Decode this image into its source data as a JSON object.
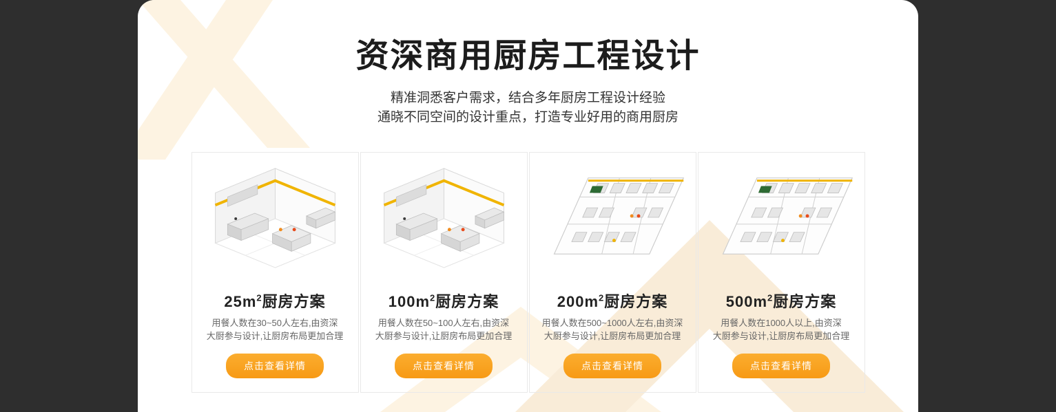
{
  "header": {
    "title": "资深商用厨房工程设计",
    "subtitle_line1": "精准洞悉客户需求，结合多年厨房工程设计经验",
    "subtitle_line2": "通晓不同空间的设计重点，打造专业好用的商用厨房"
  },
  "cards": [
    {
      "title_num": "25m",
      "title_sup": "2",
      "title_suffix": "厨房方案",
      "desc_line1": "用餐人数在30~50人左右,由资深",
      "desc_line2": "大厨参与设计,让厨房布局更加合理",
      "button_label": "点击查看详情",
      "image": "isometric-kitchen-render-25m2"
    },
    {
      "title_num": "100m",
      "title_sup": "2",
      "title_suffix": "厨房方案",
      "desc_line1": "用餐人数在50~100人左右,由资深",
      "desc_line2": "大厨参与设计,让厨房布局更加合理",
      "button_label": "点击查看详情",
      "image": "isometric-kitchen-render-100m2"
    },
    {
      "title_num": "200m",
      "title_sup": "2",
      "title_suffix": "厨房方案",
      "desc_line1": "用餐人数在500~1000人左右,由资深",
      "desc_line2": "大厨参与设计,让厨房布局更加合理",
      "button_label": "点击查看详情",
      "image": "isometric-kitchen-floorplan-200m2"
    },
    {
      "title_num": "500m",
      "title_sup": "2",
      "title_suffix": "厨房方案",
      "desc_line1": "用餐人数在1000人以上,由资深",
      "desc_line2": "大厨参与设计,让厨房布局更加合理",
      "button_label": "点击查看详情",
      "image": "isometric-kitchen-floorplan-500m2"
    }
  ],
  "colors": {
    "page_background": "#2e2e2e",
    "panel_background": "#ffffff",
    "button_orange": "#f9a11b",
    "decor_cream": "#fdf3e2",
    "decor_cream_strong": "#f9ecd8",
    "caution_stripe_yellow": "#f0b400"
  }
}
